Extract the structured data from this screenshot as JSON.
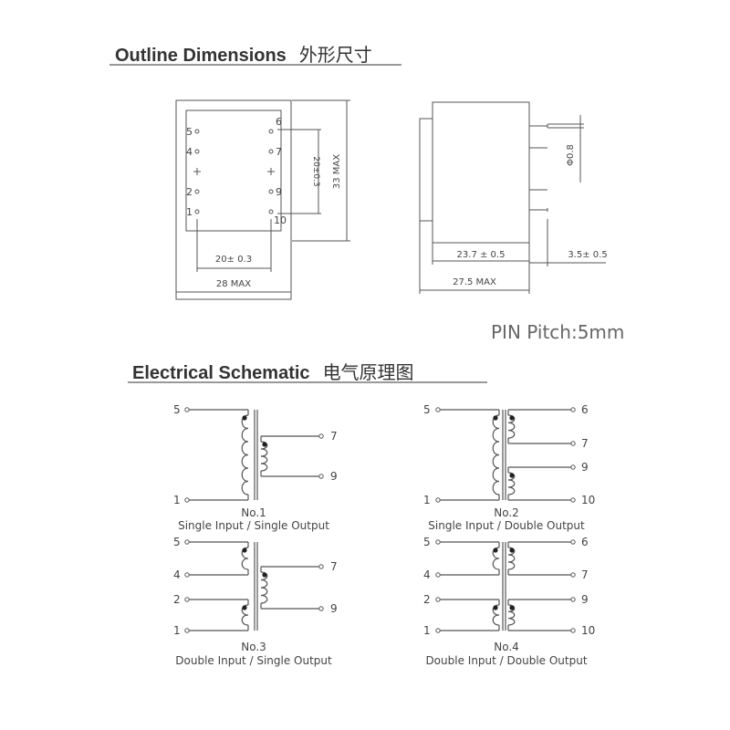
{
  "outline": {
    "title": "Outline Dimensions",
    "title_cn": "外形尺寸",
    "pin_labels": {
      "p5": "5",
      "p4": "4",
      "p2": "2",
      "p1": "1",
      "p6": "6",
      "p7": "7",
      "p9": "9",
      "p10": "10"
    },
    "dim_width_pins": "20± 0.3",
    "dim_width_max": "28 MAX",
    "dim_height_pins": "20±0.3",
    "dim_height_max": "33 MAX",
    "dim_depth": "23.7 ± 0.5",
    "dim_depth_max": "27.5 MAX",
    "dim_pin_len": "3.5± 0.5",
    "dim_pin_dia": "Φ0.8",
    "pin_pitch": "PIN Pitch:5mm"
  },
  "schematic": {
    "title": "Electrical Schematic",
    "title_cn": "电气原理图",
    "diagrams": [
      {
        "number": "No.1",
        "caption": "Single Input / Single Output",
        "in_pins": [
          "5",
          "1"
        ],
        "out_pins": [
          "7",
          "9"
        ]
      },
      {
        "number": "No.2",
        "caption": "Single Input / Double Output",
        "in_pins": [
          "5",
          "1"
        ],
        "out_pins": [
          "6",
          "7",
          "9",
          "10"
        ]
      },
      {
        "number": "No.3",
        "caption": "Double Input / Single Output",
        "in_pins": [
          "5",
          "4",
          "2",
          "1"
        ],
        "out_pins": [
          "7",
          "9"
        ]
      },
      {
        "number": "No.4",
        "caption": "Double Input / Double Output",
        "in_pins": [
          "5",
          "4",
          "2",
          "1"
        ],
        "out_pins": [
          "6",
          "7",
          "9",
          "10"
        ]
      }
    ]
  }
}
